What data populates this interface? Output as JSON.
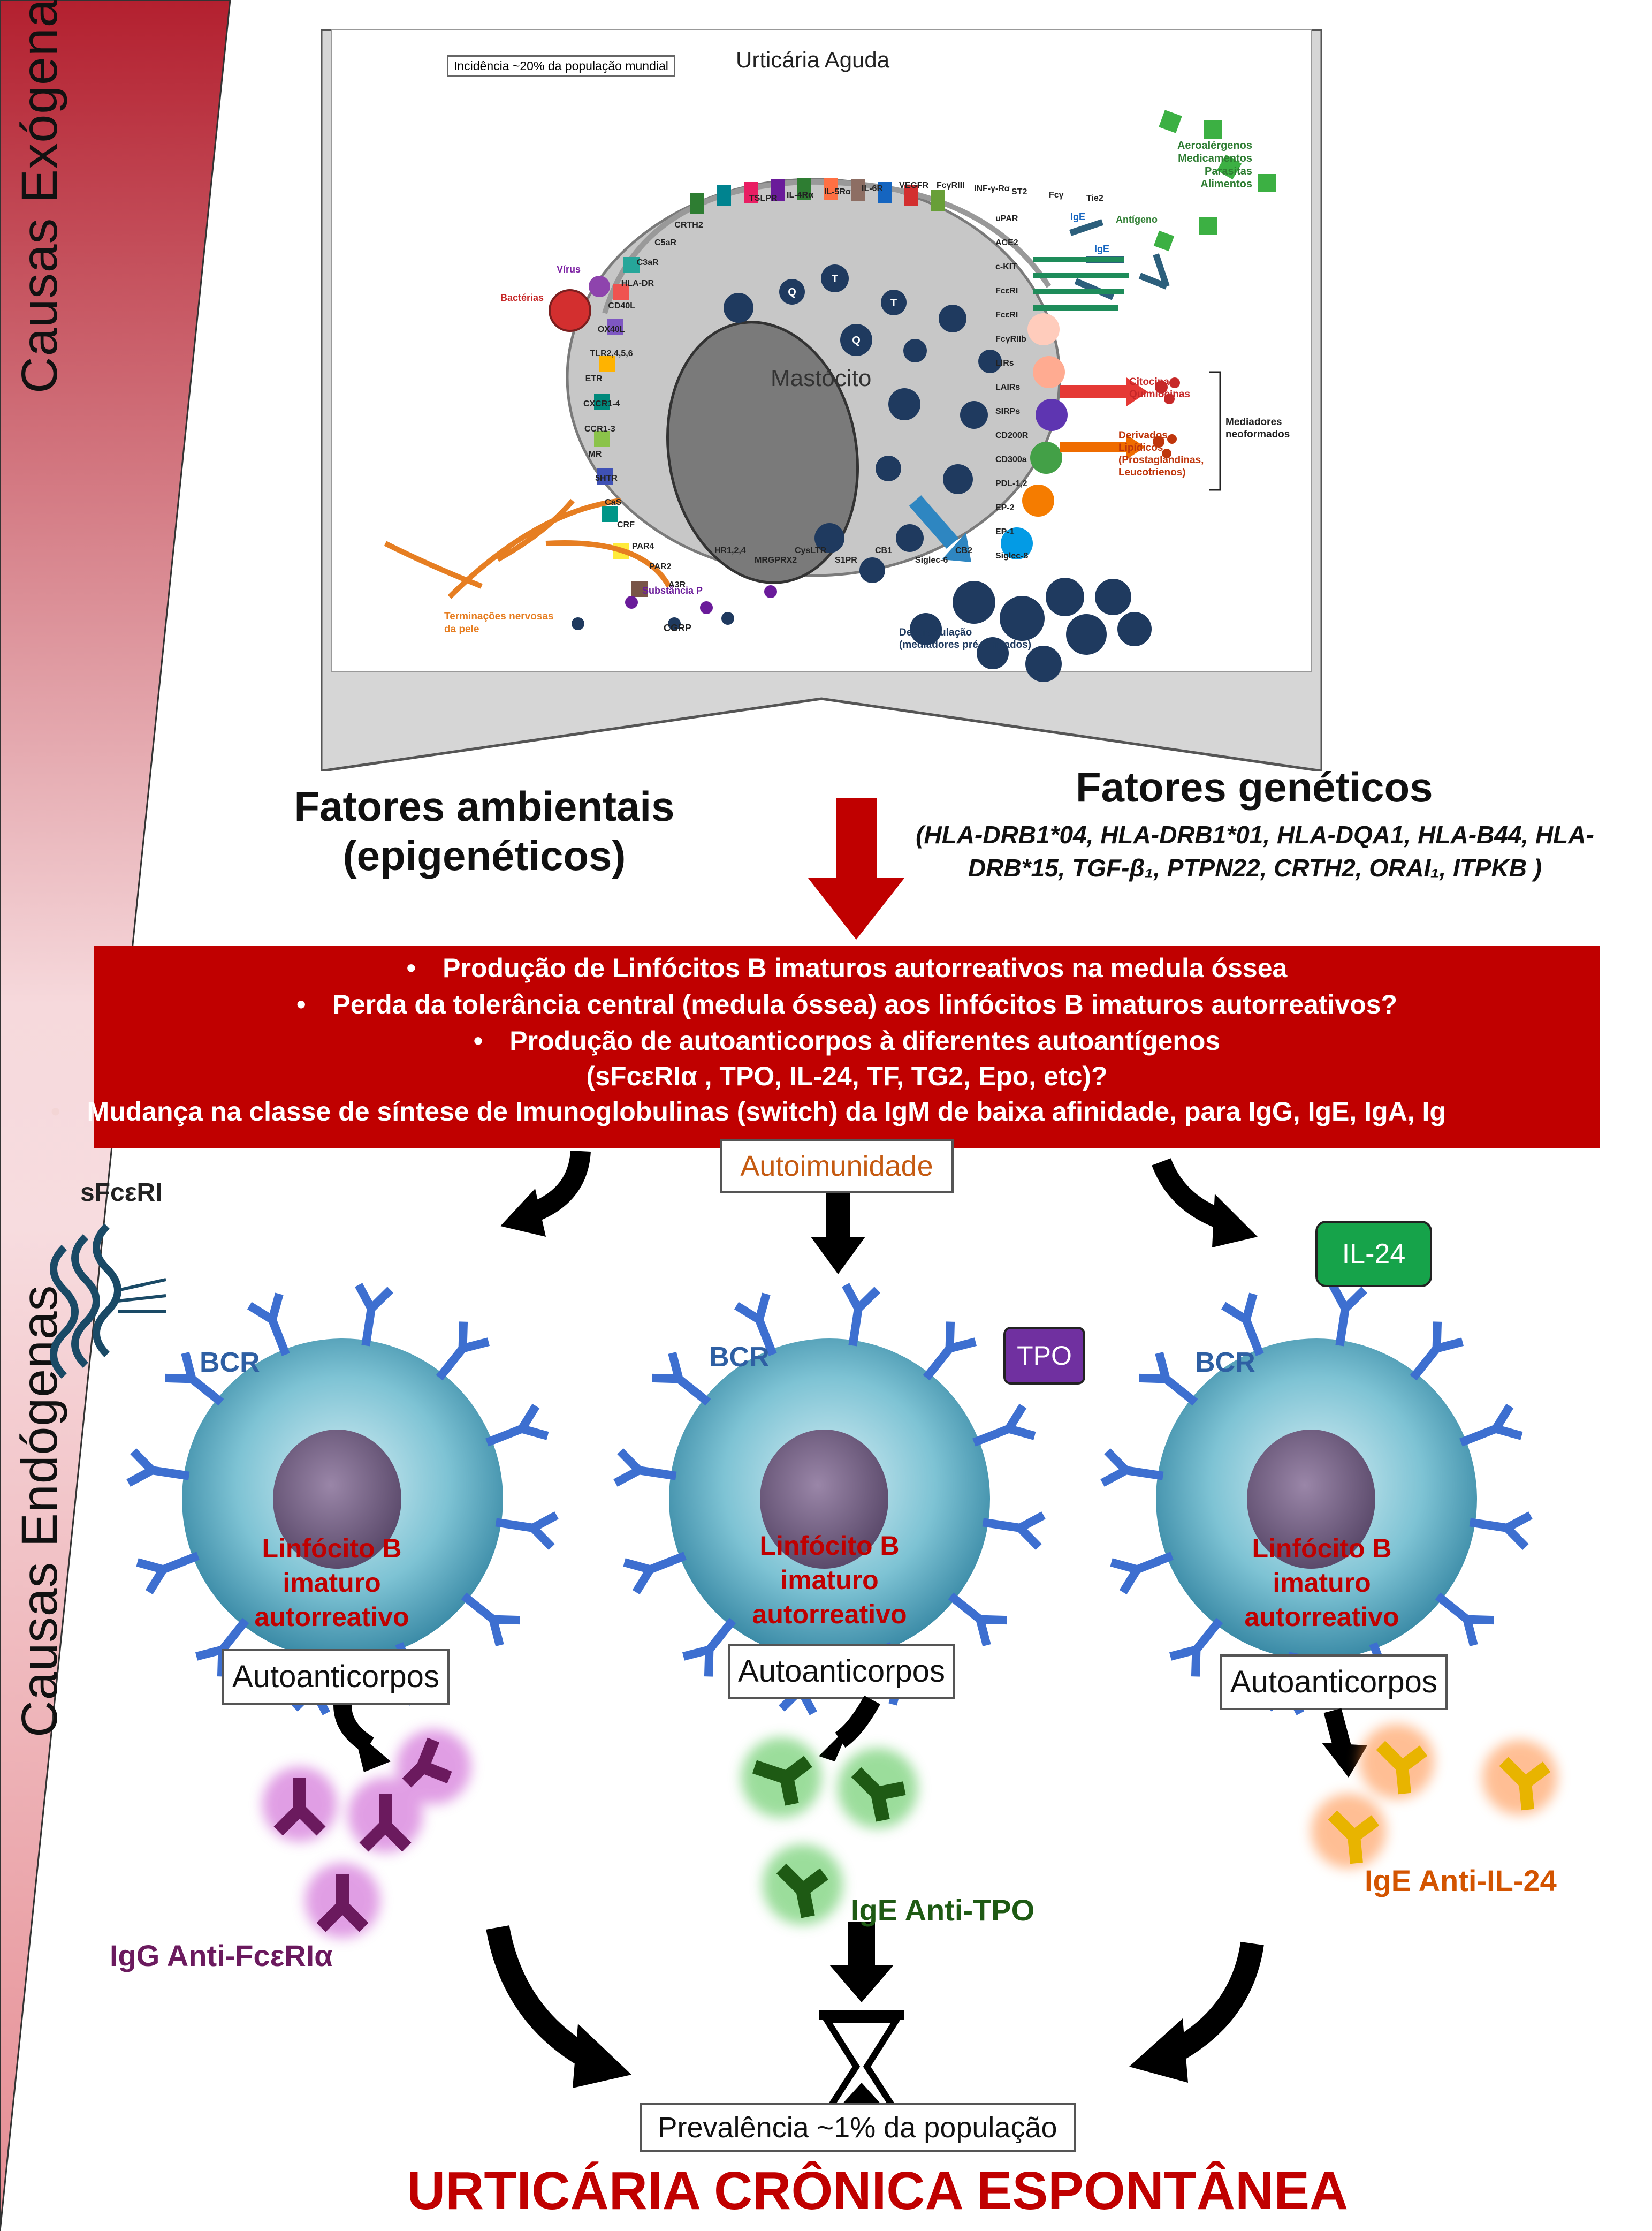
{
  "side_labels": {
    "exogenous": "Causas Exógenas",
    "endogenous": "Causas Endógenas"
  },
  "mast_cell_panel": {
    "incidence_note": "Incidência ~20% da população mundial",
    "title": "Urticária Aguda",
    "cell_name": "Mastócito",
    "triggers": [
      "Aeroalérgenos",
      "Medicamentos",
      "Parasitas",
      "Alimentos"
    ],
    "antigen": "Antígeno",
    "ige": "IgE",
    "virus": "Vírus",
    "bacteria": "Bactérias",
    "nerves": [
      "Terminações nervosas",
      "da pele"
    ],
    "substance_p": "Substância P",
    "cgrp": "CGRP",
    "degranulation": [
      "Desgranulação",
      "(mediadores pré-formados)"
    ],
    "cytokines": [
      "Citocinas,",
      "Quimiocinas"
    ],
    "lipids": [
      "Derivados",
      "Lipídicos",
      "(Prostaglandinas,",
      "Leucotrienos)"
    ],
    "neoformed": [
      "Mediadores",
      "neoformados"
    ],
    "granule_letters": [
      "Q",
      "T",
      "T",
      "Q"
    ],
    "receptors_left": [
      "CRTH2",
      "C5aR",
      "C3aR",
      "HLA-DR",
      "CD40L",
      "OX40L",
      "TLR2,4,5,6",
      "ETR",
      "CXCR1-4",
      "CCR1-3",
      "MR",
      "5HTR",
      "CaS",
      "CRF",
      "PAR4",
      "PAR2",
      "A3R"
    ],
    "receptors_top": [
      "TSLPR",
      "IL-4Rα",
      "IL-5Rα",
      "IL-6R",
      "VEGFR",
      "FcγRIII",
      "INF-γ-Rα",
      "ST2",
      "Fcγ",
      "Tie2"
    ],
    "receptors_right": [
      "uPAR",
      "ACE2",
      "c-KIT",
      "FcεRI",
      "FcεRI",
      "FcγRIIb",
      "LIRs",
      "LAIRs",
      "SIRPs",
      "CD200R",
      "CD300a",
      "PDL-1,2",
      "EP-2",
      "EP-1",
      "Siglec-8"
    ],
    "receptors_bottom": [
      "HR1,2,4",
      "MRGPRX2",
      "CysLTR",
      "S1PR",
      "CB1",
      "Siglec-6",
      "CB2"
    ]
  },
  "factors": {
    "environmental": [
      "Fatores ambientais",
      "(epigenéticos)"
    ],
    "genetic_title": "Fatores genéticos",
    "genetic_line1": "(HLA-DRB1*04, HLA-DRB1*01, HLA-DQA1, HLA-B44, HLA-",
    "genetic_line2": "DRB*15, TGF-β₁, PTPN22, CRTH2, ORAI₁, ITPKB )"
  },
  "mechanisms": [
    "Produção de Linfócitos B imaturos autorreativos na medula óssea",
    "Perda da tolerância central (medula óssea) aos linfócitos B imaturos autorreativos?",
    "Produção de autoanticorpos à diferentes autoantígenos",
    "(sFcεRIα , TPO, IL-24, TF, TG2, Epo, etc)?",
    "Mudança na classe de síntese de Imunoglobulinas (switch) da IgM de baixa afinidade, para IgG, IgE, IgA, Ig"
  ],
  "autoimmunity": "Autoimunidade",
  "receptor_label": "sFcεRI",
  "cells": [
    {
      "bcr": "BCR",
      "name": [
        "Linfócito B",
        "imaturo",
        "autorreativo"
      ],
      "autoab": "Autoanticorpos",
      "antigen": "",
      "antibody": "IgG Anti-FcεRIα",
      "ab_color": "#6b1a5e"
    },
    {
      "bcr": "BCR",
      "name": [
        "Linfócito B",
        "imaturo",
        "autorreativo"
      ],
      "autoab": "Autoanticorpos",
      "antigen": "TPO",
      "antibody": "IgE Anti-TPO",
      "ab_color": "#1e5a14"
    },
    {
      "bcr": "BCR",
      "name": [
        "Linfócito B",
        "imaturo",
        "autorreativo"
      ],
      "autoab": "Autoanticorpos",
      "antigen": "IL-24",
      "antibody": "IgE Anti-IL-24",
      "ab_color": "#d35400"
    }
  ],
  "prevalence": "Prevalência  ~1% da população",
  "conclusion": "URTICÁRIA CRÔNICA ESPONTÂNEA",
  "colors": {
    "red": "#c00000",
    "dark_blue": "#1f3a5f",
    "purple": "#7030a0",
    "green": "#16a34a",
    "orange_title": "#c55a11"
  }
}
